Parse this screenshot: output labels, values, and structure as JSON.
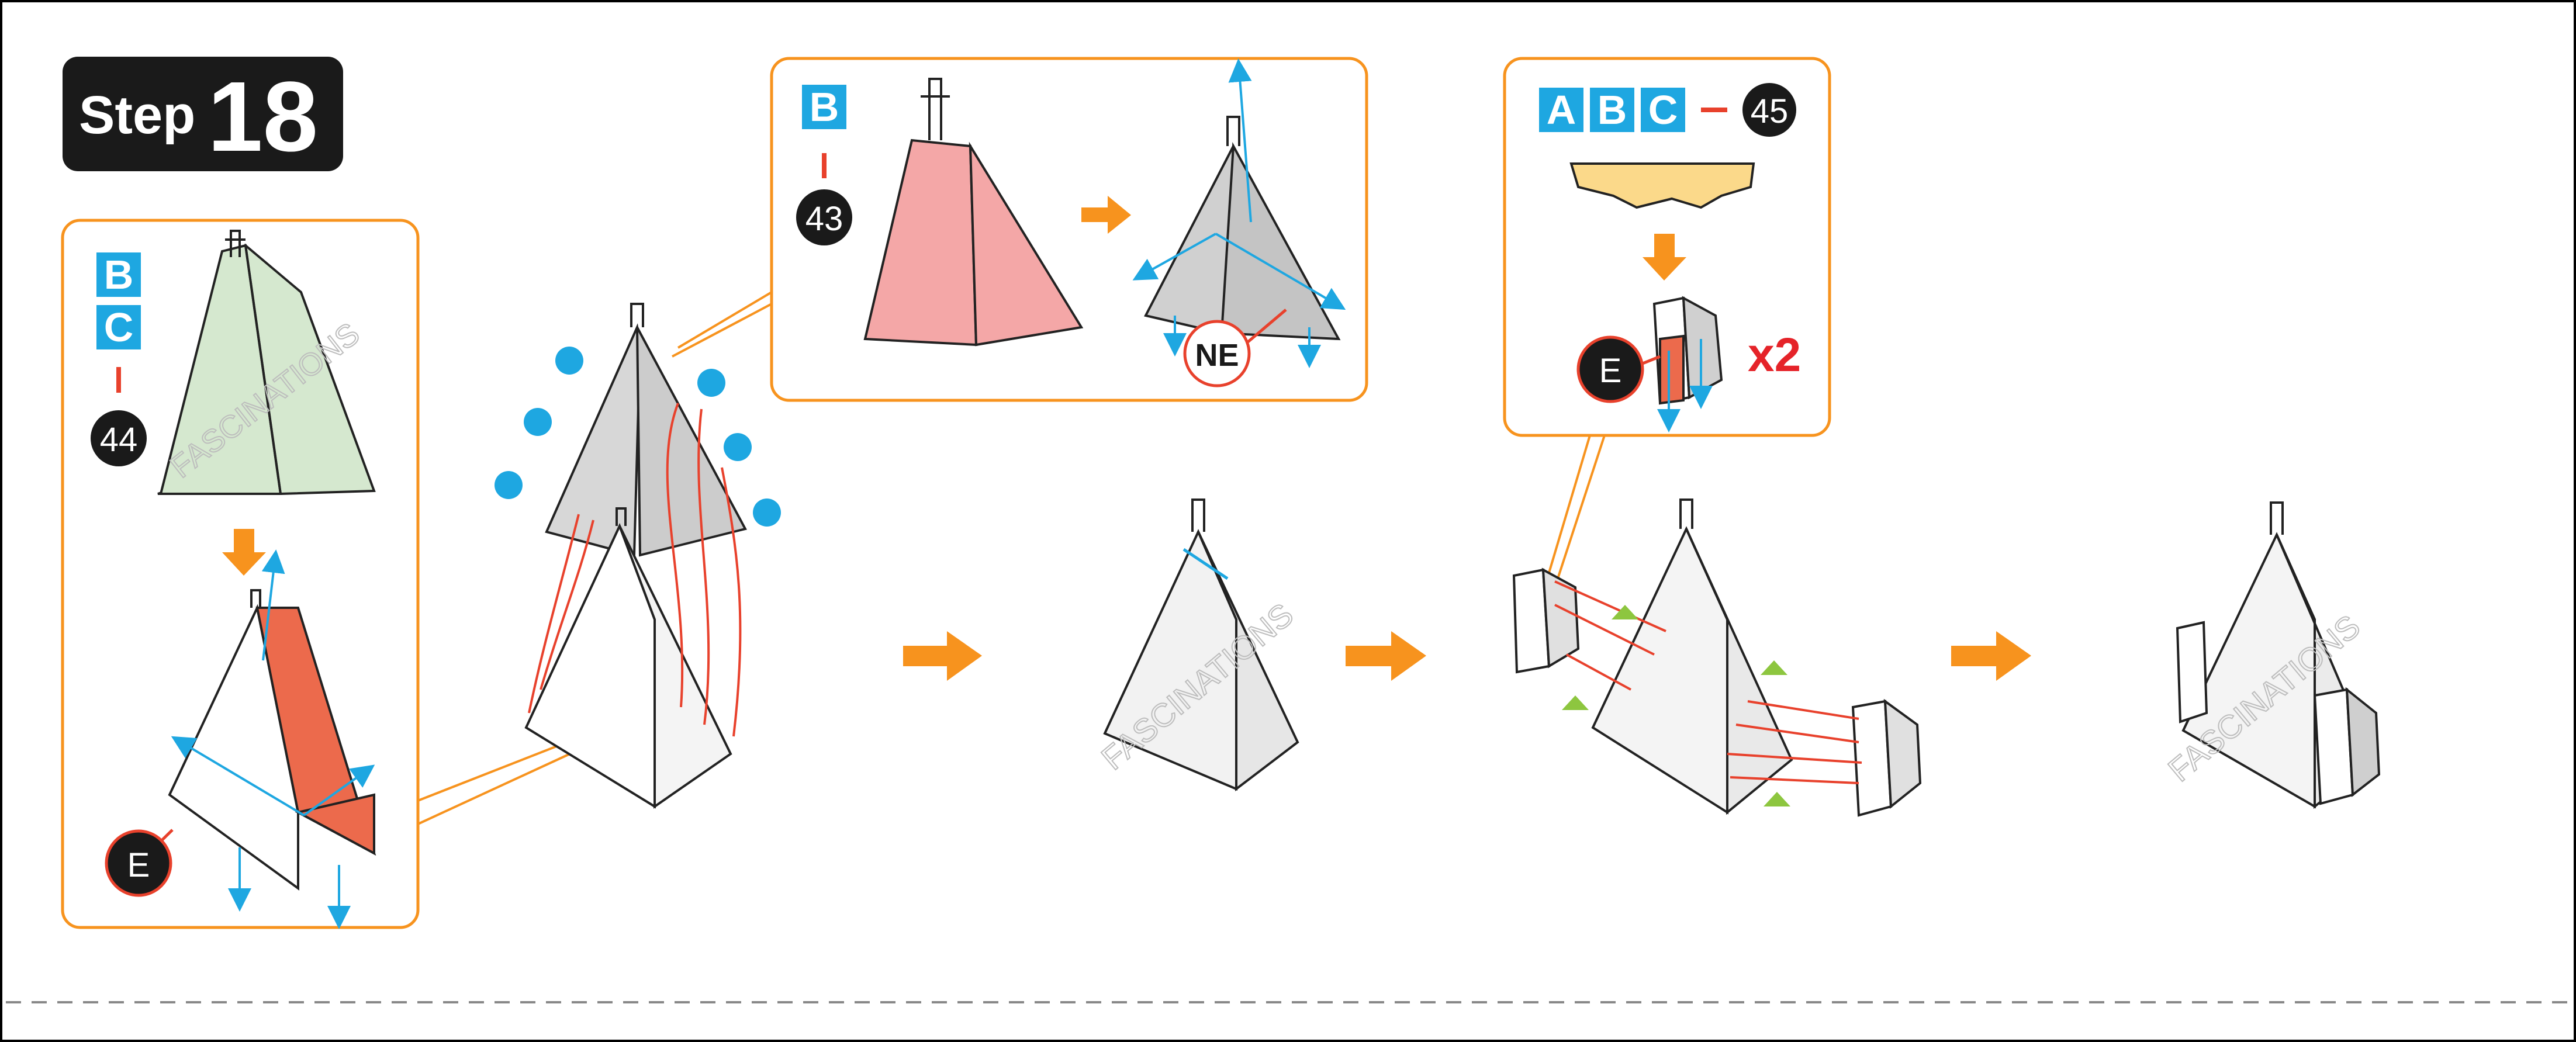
{
  "step": {
    "word": "Step",
    "number": "18"
  },
  "panel1": {
    "letters": [
      "B",
      "C"
    ],
    "part_number": "44",
    "badge": "E"
  },
  "panel2": {
    "letters": [
      "B"
    ],
    "part_number": "43",
    "badge": "NE"
  },
  "panel3": {
    "letters": [
      "A",
      "B",
      "C"
    ],
    "part_number": "45",
    "badge": "E",
    "multiplier": "x2"
  },
  "watermark": "FASCINATIONS",
  "colors": {
    "frame": "#000000",
    "step_bg": "#1a1a1a",
    "letter_bg": "#1ea7e1",
    "callout_border": "#f7931e",
    "arrow": "#f7931e",
    "dot": "#1ea7e1",
    "green_part": "#d5e8cf",
    "pink_part": "#f4a7a7",
    "orange_part": "#ec6a4c",
    "yellow_part": "#fbd98a",
    "gray_part": "#cccccc",
    "red_line": "#e8412c",
    "triangle": "#8dc63f"
  },
  "icons": [
    "tab-letter-icon",
    "part-number-badge-icon",
    "direction-arrow-icon",
    "rotation-dot-icon",
    "alignment-triangle-icon"
  ]
}
